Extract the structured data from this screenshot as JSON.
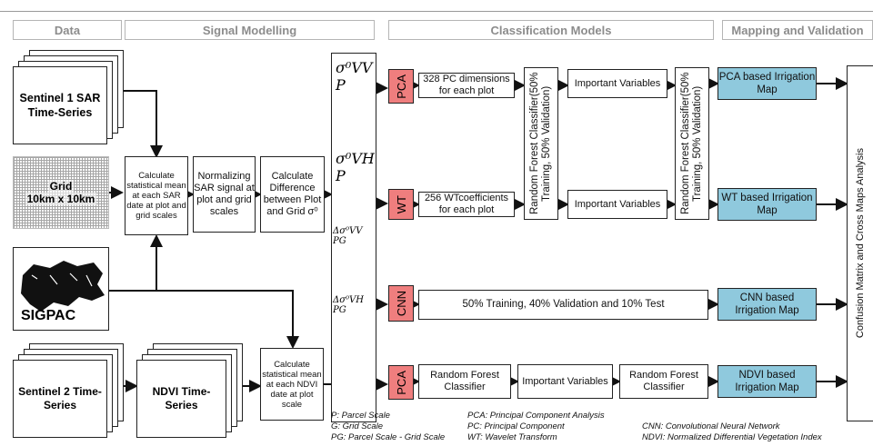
{
  "headers": {
    "data": "Data",
    "signal": "Signal Modelling",
    "classification": "Classification Models",
    "mapping": "Mapping and Validation"
  },
  "inputs": {
    "s1": "Sentinel 1 SAR Time-Series",
    "grid_title": "Grid",
    "grid_size": "10km x 10km",
    "sigpac": "SIGPAC",
    "s2": "Sentinel 2 Time-Series",
    "ndvi": "NDVI Time-Series"
  },
  "processing": {
    "calc_stat_sar": "Calculate statistical mean at each SAR date at plot and grid scales",
    "normalizing": "Normalizing SAR signal at plot and grid scales",
    "calc_diff": "Calculate Difference between Plot and Grid σ⁰",
    "calc_stat_ndvi": "Calculate statistical mean at each NDVI date at plot scale"
  },
  "signals": {
    "s1": "σ⁰VV P",
    "s2": "σ⁰VH P",
    "s3": "Δσ⁰VV PG",
    "s4": "Δσ⁰VH PG"
  },
  "methods": {
    "pca1": "PCA",
    "wt": "WT",
    "cnn": "CNN",
    "pca2": "PCA"
  },
  "classification": {
    "pca_dims": "328 PC dimensions for each plot",
    "wt_coeffs": "256 WTcoefficients for each plot",
    "rf_split_1": "Random Forest Classifier(50% Training, 50% Validation)",
    "important_1": "Important Variables",
    "important_2": "Important Variables",
    "rf_split_2": "Random Forest Classifier(50% Training, 50% Validation)",
    "cnn_split": "50% Training, 40% Validation and 10% Test",
    "rf_ndvi_1": "Random Forest Classifier",
    "important_ndvi": "Important Variables",
    "rf_ndvi_2": "Random Forest Classifier"
  },
  "maps": {
    "pca_map": "PCA based Irrigation Map",
    "wt_map": "WT based Irrigation Map",
    "cnn_map": "CNN based Irrigation Map",
    "ndvi_map": "NDVI based Irrigation Map",
    "validation": "Confusion Matrix and Cross Maps Analysis"
  },
  "legend": {
    "l1": "P: Parcel Scale",
    "l2": "G: Grid Scale",
    "l3": "PG: Parcel Scale - Grid Scale",
    "l4": "PCA: Principal Component Analysis",
    "l5": "PC: Principal Component",
    "l6": "WT: Wavelet Transform",
    "l7": "CNN: Convolutional Neural Network",
    "l8": "NDVI: Normalized Differential Vegetation Index"
  },
  "colors": {
    "method_red": "#ef7e7e",
    "map_blue": "#8fc9dd",
    "header_gray": "#8c8c8c"
  }
}
